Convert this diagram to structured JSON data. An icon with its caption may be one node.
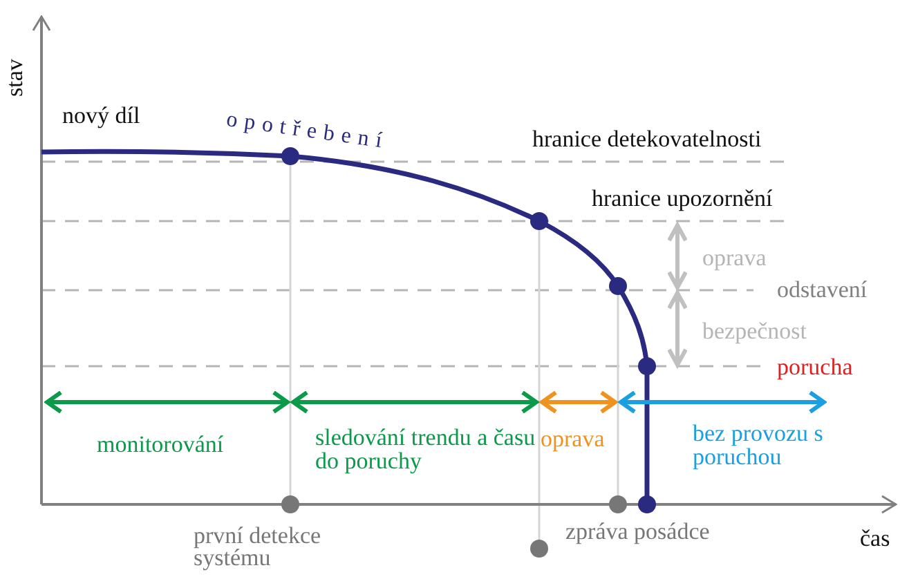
{
  "diagram": {
    "labels": [
      "stav",
      "nový díl",
      "opotřebení",
      "hranice detekovatelnosti",
      "hranice upozornění",
      "oprava",
      "odstavení",
      "bezpečnost",
      "porucha",
      "monitorování",
      "sledování trendu a času do poruchy",
      "oprava",
      "bez provozu s poruchou",
      "první detekce systému",
      "zpráva posádce",
      "čas"
    ]
  }
}
